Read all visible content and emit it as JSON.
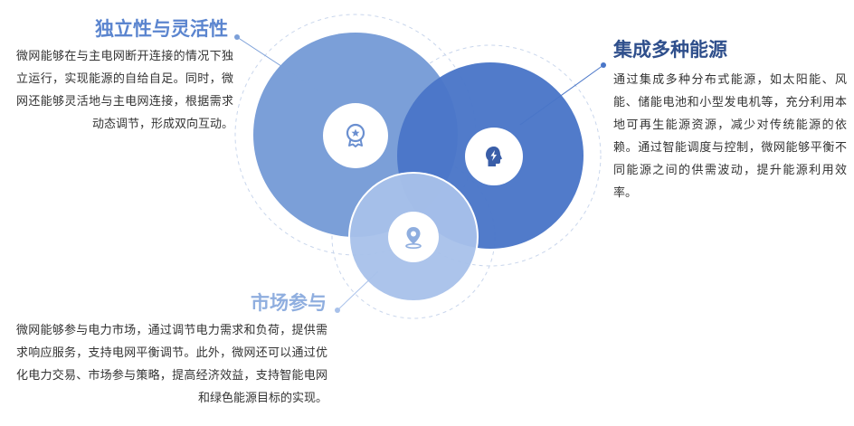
{
  "colors": {
    "independence": "#7b9fd8",
    "energy": "#4a76c8",
    "market": "#a8c1ea",
    "title_independence": "#5b85cf",
    "title_energy": "#2f4f8c",
    "title_market": "#8faedf",
    "text": "#333333"
  },
  "sections": {
    "independence": {
      "title": "独立性与灵活性",
      "description": "微网能够在与主电网断开连接的情况下独立运行，实现能源的自给自足。同时，微网还能够灵活地与主电网连接，根据需求动态调节，形成双向互动。",
      "icon": "award-badge-icon"
    },
    "energy": {
      "title": "集成多种能源",
      "description": "通过集成多种分布式能源，如太阳能、风能、储能电池和小型发电机等，充分利用本地可再生能源资源，减少对传统能源的依赖。通过智能调度与控制，微网能够平衡不同能源之间的供需波动，提升能源利用效率。",
      "icon": "lightning-head-icon"
    },
    "market": {
      "title": "市场参与",
      "description": "微网能够参与电力市场，通过调节电力需求和负荷，提供需求响应服务，支持电网平衡调节。此外，微网还可以通过优化电力交易、市场参与策略，提高经济效益，支持智能电网和绿色能源目标的实现。",
      "icon": "location-pin-icon"
    }
  }
}
